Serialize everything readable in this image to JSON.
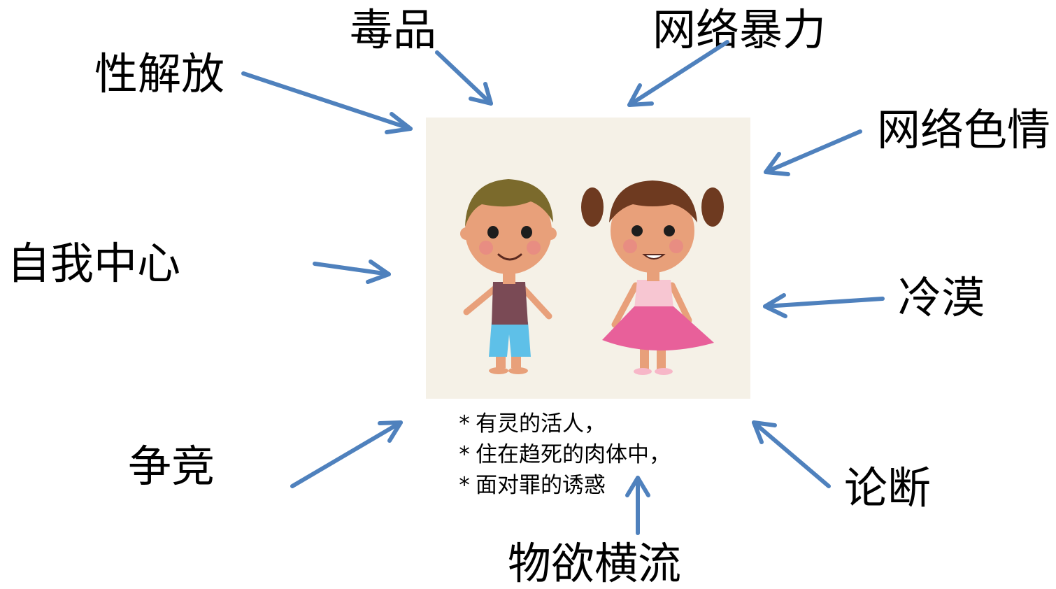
{
  "labels": {
    "drugs": "毒品",
    "cyber_violence": "网络暴力",
    "sexual_liberation": "性解放",
    "cyber_porn": "网络色情",
    "self_centered": "自我中心",
    "indifference": "冷漠",
    "competition": "争竞",
    "judgment": "论断",
    "materialism": "物欲横流"
  },
  "caption": {
    "line1": "有灵的活人，",
    "line2": "住在趋死的肉体中，",
    "line3": "面对罪的诱惑"
  },
  "colors": {
    "arrow": "#4f81bd",
    "panel_bg": "#f5f1e7"
  },
  "illustration": "boy-and-girl-cartoon"
}
